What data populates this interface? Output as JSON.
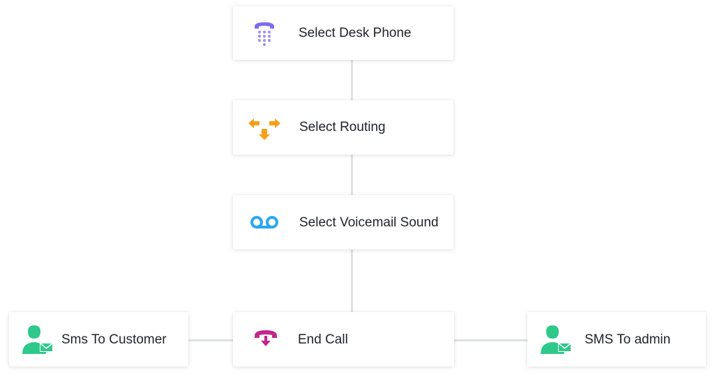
{
  "nodes": {
    "desk_phone": {
      "label": "Select Desk Phone",
      "icon": "desk-phone-icon",
      "icon_color": "#7c6cf2"
    },
    "routing": {
      "label": "Select Routing",
      "icon": "routing-arrows-icon",
      "icon_color": "#f5a01a"
    },
    "voicemail": {
      "label": "Select Voicemail Sound",
      "icon": "voicemail-icon",
      "icon_color": "#2aa7f5"
    },
    "end_call": {
      "label": "End Call",
      "icon": "end-call-icon",
      "icon_color": "#c2278b"
    },
    "sms_customer": {
      "label": "Sms To Customer",
      "icon": "user-sms-icon",
      "icon_color": "#2ec98a"
    },
    "sms_admin": {
      "label": "SMS To admin",
      "icon": "user-sms-icon",
      "icon_color": "#2ec98a"
    }
  },
  "colors": {
    "connector": "#dde3e1",
    "text": "#1e2228"
  }
}
